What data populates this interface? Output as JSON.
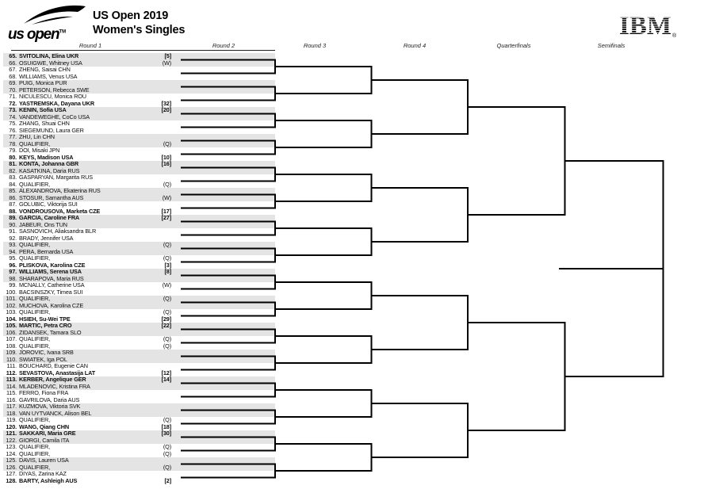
{
  "header": {
    "event_title": "US Open 2019",
    "draw_title": "Women's Singles",
    "usopen_logo_text": "us open",
    "usopen_logo_tm": "TM",
    "ibm_logo_text": "IBM",
    "ibm_registered": "®"
  },
  "rounds": [
    "Round 1",
    "Round 2",
    "Round 3",
    "Round 4",
    "Quarterfinals",
    "Semifinals"
  ],
  "colors": {
    "band": "#e4e4e4",
    "line": "#000000",
    "text": "#0d0d0d"
  },
  "players": [
    {
      "num": "65.",
      "name": "SVITOLINA, Elina UKR",
      "seed": "[5]",
      "seeded": true
    },
    {
      "num": "66.",
      "name": "OSUIGWE, Whitney USA",
      "seed": "(W)",
      "seeded": false
    },
    {
      "num": "67.",
      "name": "ZHENG, Saisai CHN",
      "seed": "",
      "seeded": false
    },
    {
      "num": "68.",
      "name": "WILLIAMS, Venus USA",
      "seed": "",
      "seeded": false
    },
    {
      "num": "69.",
      "name": "PUIG, Monica PUR",
      "seed": "",
      "seeded": false
    },
    {
      "num": "70.",
      "name": "PETERSON, Rebecca SWE",
      "seed": "",
      "seeded": false
    },
    {
      "num": "71.",
      "name": "NICULESCU, Monica ROU",
      "seed": "",
      "seeded": false
    },
    {
      "num": "72.",
      "name": "YASTREMSKA, Dayana UKR",
      "seed": "[32]",
      "seeded": true
    },
    {
      "num": "73.",
      "name": "KENIN, Sofia USA",
      "seed": "[20]",
      "seeded": true
    },
    {
      "num": "74.",
      "name": "VANDEWEGHE, CoCo USA",
      "seed": "",
      "seeded": false
    },
    {
      "num": "75.",
      "name": "ZHANG, Shuai CHN",
      "seed": "",
      "seeded": false
    },
    {
      "num": "76.",
      "name": "SIEGEMUND, Laura GER",
      "seed": "",
      "seeded": false
    },
    {
      "num": "77.",
      "name": "ZHU, Lin CHN",
      "seed": "",
      "seeded": false
    },
    {
      "num": "78.",
      "name": "QUALIFIER,",
      "seed": "(Q)",
      "seeded": false
    },
    {
      "num": "79.",
      "name": "DOI, Misaki JPN",
      "seed": "",
      "seeded": false
    },
    {
      "num": "80.",
      "name": "KEYS, Madison USA",
      "seed": "[10]",
      "seeded": true
    },
    {
      "num": "81.",
      "name": "KONTA, Johanna GBR",
      "seed": "[16]",
      "seeded": true
    },
    {
      "num": "82.",
      "name": "KASATKINA, Daria RUS",
      "seed": "",
      "seeded": false
    },
    {
      "num": "83.",
      "name": "GASPARYAN, Margarita RUS",
      "seed": "",
      "seeded": false
    },
    {
      "num": "84.",
      "name": "QUALIFIER,",
      "seed": "(Q)",
      "seeded": false
    },
    {
      "num": "85.",
      "name": "ALEXANDROVA, Ekaterina RUS",
      "seed": "",
      "seeded": false
    },
    {
      "num": "86.",
      "name": "STOSUR, Samantha AUS",
      "seed": "(W)",
      "seeded": false
    },
    {
      "num": "87.",
      "name": "GOLUBIC, Viktorija SUI",
      "seed": "",
      "seeded": false
    },
    {
      "num": "88.",
      "name": "VONDROUSOVA, Marketa CZE",
      "seed": "[17]",
      "seeded": true
    },
    {
      "num": "89.",
      "name": "GARCIA, Caroline FRA",
      "seed": "[27]",
      "seeded": true
    },
    {
      "num": "90.",
      "name": "JABEUR, Ons TUN",
      "seed": "",
      "seeded": false
    },
    {
      "num": "91.",
      "name": "SASNOVICH, Aliaksandra BLR",
      "seed": "",
      "seeded": false
    },
    {
      "num": "92.",
      "name": "BRADY, Jennifer USA",
      "seed": "",
      "seeded": false
    },
    {
      "num": "93.",
      "name": "QUALIFIER,",
      "seed": "(Q)",
      "seeded": false
    },
    {
      "num": "94.",
      "name": "PERA, Bernarda USA",
      "seed": "",
      "seeded": false
    },
    {
      "num": "95.",
      "name": "QUALIFIER,",
      "seed": "(Q)",
      "seeded": false
    },
    {
      "num": "96.",
      "name": "PLISKOVA, Karolina CZE",
      "seed": "[3]",
      "seeded": true
    },
    {
      "num": "97.",
      "name": "WILLIAMS, Serena USA",
      "seed": "[8]",
      "seeded": true
    },
    {
      "num": "98.",
      "name": "SHARAPOVA, Maria RUS",
      "seed": "",
      "seeded": false
    },
    {
      "num": "99.",
      "name": "MCNALLY, Catherine USA",
      "seed": "(W)",
      "seeded": false
    },
    {
      "num": "100.",
      "name": "BACSINSZKY, Timea SUI",
      "seed": "",
      "seeded": false
    },
    {
      "num": "101.",
      "name": "QUALIFIER,",
      "seed": "(Q)",
      "seeded": false
    },
    {
      "num": "102.",
      "name": "MUCHOVA, Karolina CZE",
      "seed": "",
      "seeded": false
    },
    {
      "num": "103.",
      "name": "QUALIFIER,",
      "seed": "(Q)",
      "seeded": false
    },
    {
      "num": "104.",
      "name": "HSIEH, Su-Wei TPE",
      "seed": "[29]",
      "seeded": true
    },
    {
      "num": "105.",
      "name": "MARTIC, Petra CRO",
      "seed": "[22]",
      "seeded": true
    },
    {
      "num": "106.",
      "name": "ZIDANSEK, Tamara SLO",
      "seed": "",
      "seeded": false
    },
    {
      "num": "107.",
      "name": "QUALIFIER,",
      "seed": "(Q)",
      "seeded": false
    },
    {
      "num": "108.",
      "name": "QUALIFIER,",
      "seed": "(Q)",
      "seeded": false
    },
    {
      "num": "109.",
      "name": "JOROVIC, Ivana SRB",
      "seed": "",
      "seeded": false
    },
    {
      "num": "110.",
      "name": "SWIATEK, Iga POL",
      "seed": "",
      "seeded": false
    },
    {
      "num": "111.",
      "name": "BOUCHARD, Eugenie CAN",
      "seed": "",
      "seeded": false
    },
    {
      "num": "112.",
      "name": "SEVASTOVA, Anastasija LAT",
      "seed": "[12]",
      "seeded": true
    },
    {
      "num": "113.",
      "name": "KERBER, Angelique GER",
      "seed": "[14]",
      "seeded": true
    },
    {
      "num": "114.",
      "name": "MLADENOVIC, Kristina FRA",
      "seed": "",
      "seeded": false
    },
    {
      "num": "115.",
      "name": "FERRO, Fiona FRA",
      "seed": "",
      "seeded": false
    },
    {
      "num": "116.",
      "name": "GAVRILOVA, Daria AUS",
      "seed": "",
      "seeded": false
    },
    {
      "num": "117.",
      "name": "KUZMOVA, Viktoria SVK",
      "seed": "",
      "seeded": false
    },
    {
      "num": "118.",
      "name": "VAN UYTVANCK, Alison BEL",
      "seed": "",
      "seeded": false
    },
    {
      "num": "119.",
      "name": "QUALIFIER,",
      "seed": "(Q)",
      "seeded": false
    },
    {
      "num": "120.",
      "name": "WANG, Qiang CHN",
      "seed": "[18]",
      "seeded": true
    },
    {
      "num": "121.",
      "name": "SAKKARI, Maria GRE",
      "seed": "[30]",
      "seeded": true
    },
    {
      "num": "122.",
      "name": "GIORGI, Camila ITA",
      "seed": "",
      "seeded": false
    },
    {
      "num": "123.",
      "name": "QUALIFIER,",
      "seed": "(Q)",
      "seeded": false
    },
    {
      "num": "124.",
      "name": "QUALIFIER,",
      "seed": "(Q)",
      "seeded": false
    },
    {
      "num": "125.",
      "name": "DAVIS, Lauren USA",
      "seed": "",
      "seeded": false
    },
    {
      "num": "126.",
      "name": "QUALIFIER,",
      "seed": "(Q)",
      "seeded": false
    },
    {
      "num": "127.",
      "name": "DIYAS, Zarina KAZ",
      "seed": "",
      "seeded": false
    },
    {
      "num": "128.",
      "name": "BARTY, Ashleigh AUS",
      "seed": "[2]",
      "seeded": true
    }
  ]
}
